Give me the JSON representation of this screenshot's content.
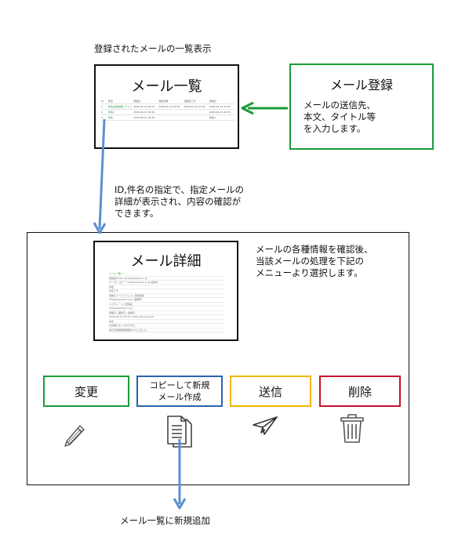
{
  "captions": {
    "top": "登録されたメールの一覧表示",
    "middle": [
      "ID,件名の指定で、指定メールの",
      "詳細が表示され、内容の確認が",
      "できます。"
    ],
    "right": [
      "メールの各種情報を確認後、",
      "当該メールの処理を下記の",
      "メニューより選択します。"
    ],
    "bottom": "メール一覧に新規追加"
  },
  "list_box": {
    "title": "メール一覧",
    "header": [
      "ID",
      "件名",
      "登録日",
      "送信日時",
      "送信完了日",
      "送信日"
    ],
    "rows": [
      [
        "1",
        "件名は送信用にテスト",
        "2020-05-19 00:37",
        "2020-05-19 04:30",
        "2020-05-19 04:42",
        "2020-05-12 19:41"
      ],
      [
        "2",
        "件名2",
        "2020-06-12 04:35",
        "",
        "",
        "2020-06-12 04:35"
      ],
      [
        "3",
        "件名",
        "2020-06-12 04:35",
        "",
        "",
        "件名3"
      ]
    ]
  },
  "register_box": {
    "title": "メール登録",
    "description": [
      "メールの送信先、",
      "本文、タイトル等",
      "を入力します。"
    ]
  },
  "detail_box": {
    "title": "メール詳細",
    "preview_lines": [
      "メール一覧 >",
      "送信先Email: abc@example.co.jp",
      "カーボンコピー: info@example.co.jp 名前付",
      "件名",
      "件名です",
      "送信元メールアドレス / 送信者名",
      "info@example.co.jp / 事務局",
      "リプライ・トゥ送信先",
      "info@example.co.jp",
      "登録日 / 更新日 / 送信日",
      "2020-06-12 04:35 / 2020-06-12 04:35",
      "本文",
      "お世話になっております。",
      "本日の登録依頼確認をいたしました。"
    ]
  },
  "actions": {
    "edit": "変更",
    "copy": [
      "コピーして新規",
      "メール作成"
    ],
    "send": "送信",
    "delete": "削除"
  },
  "colors": {
    "green": "#1a9b3a",
    "blue": "#2a63b0",
    "yellow": "#f0b800",
    "red": "#c8102e",
    "arrow_blue": "#5b8fd0"
  },
  "icons": {
    "edit": "pencil-icon",
    "copy": "document-copy-icon",
    "send": "paper-plane-icon",
    "delete": "trash-icon"
  }
}
